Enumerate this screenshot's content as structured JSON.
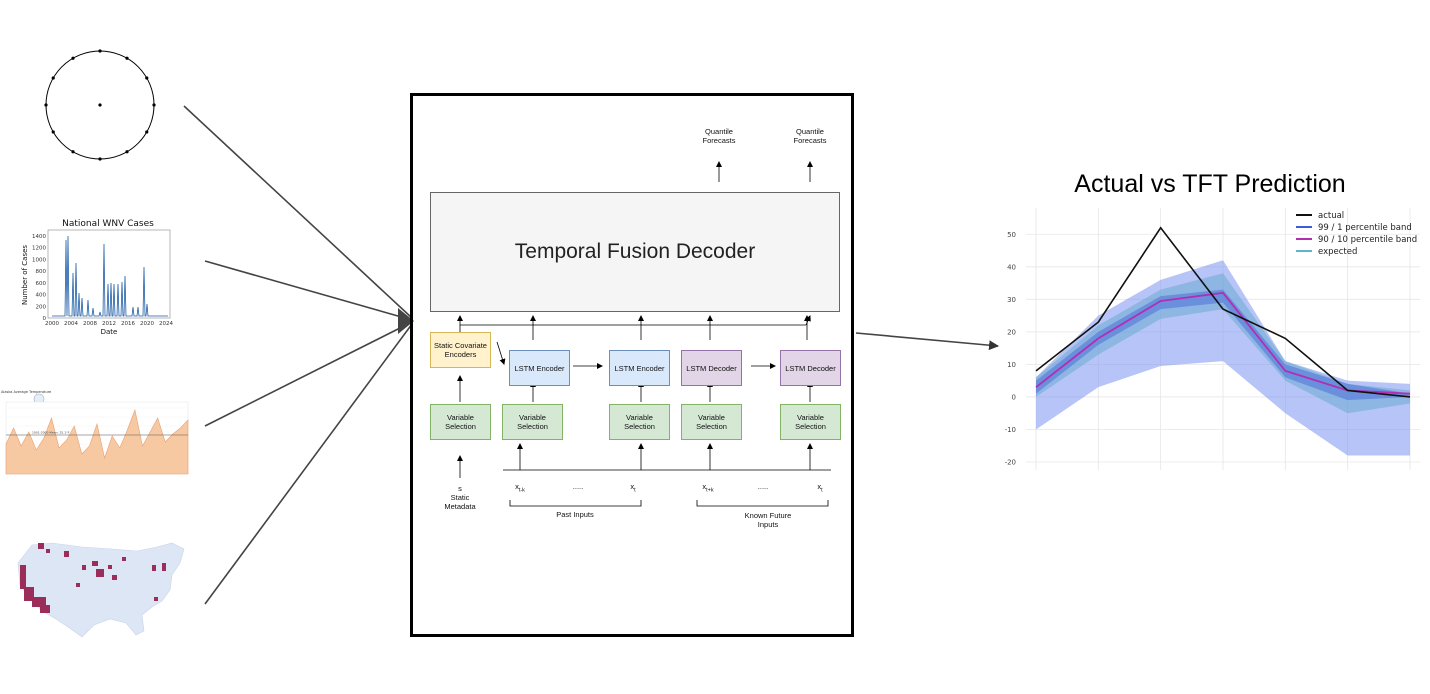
{
  "thumbnails": {
    "circle": {
      "icon": "cyclical-encoding-circle-icon"
    },
    "wnv_chart": {
      "title": "National WNV Cases",
      "xlabel": "Date",
      "ylabel": "Number of Cases",
      "xticks": [
        "2000",
        "2004",
        "2008",
        "2012",
        "2016",
        "2020",
        "2024"
      ],
      "yticks": [
        "0",
        "200",
        "400",
        "600",
        "800",
        "1000",
        "1200",
        "1400"
      ],
      "line_color": "#1f5fa8"
    },
    "temperature_chart": {
      "title": "Alaska Average Temperature",
      "reference_label": "1901-2000 Mean: 25.1°F",
      "fill_color": "#f7c9a3"
    },
    "map": {
      "icon": "us-county-map-icon",
      "highlight_color": "#9b2d5a",
      "base_color": "#dde6f5"
    }
  },
  "architecture": {
    "decoder_label": "Temporal Fusion Decoder",
    "quantile_forecasts": [
      "Quantile\nForecasts",
      "Quantile\nForecasts"
    ],
    "static_encoder_label": "Static Covariate\nEncoders",
    "lstm_encoder_label": "LSTM Encoder",
    "lstm_decoder_label": "LSTM Decoder",
    "variable_selection_label": "Variable Selection",
    "static_symbol": "s",
    "static_metadata_label": "Static\nMetadata",
    "past_inputs_label": "Past Inputs",
    "known_future_label": "Known Future\nInputs",
    "ellipsis": ".....",
    "x_symbol": "x",
    "sub_t_minus_k": "t-k",
    "sub_t": "t",
    "sub_t_plus_k": "t+k"
  },
  "prediction_chart": {
    "title": "Actual vs TFT Prediction",
    "legend": [
      {
        "label": "actual",
        "color": "#111111"
      },
      {
        "label": "99 / 1 percentile band",
        "color": "#3b5bdb"
      },
      {
        "label": "90 / 10 percentile band",
        "color": "#b12fb0"
      },
      {
        "label": "expected",
        "color": "#5fb6c6"
      }
    ]
  },
  "chart_data": {
    "type": "line",
    "title": "Actual vs TFT Prediction",
    "xlabel": "",
    "ylabel": "",
    "x": [
      0,
      1,
      2,
      3,
      4,
      5,
      6
    ],
    "ylim": [
      -20,
      55
    ],
    "yticks": [
      -20,
      -10,
      0,
      10,
      20,
      30,
      40,
      50
    ],
    "grid": true,
    "legend_position": "top-right",
    "series": [
      {
        "name": "actual",
        "values": [
          8,
          23,
          52,
          27,
          18,
          2,
          0
        ]
      },
      {
        "name": "expected",
        "values": [
          3,
          18,
          29.5,
          32,
          8,
          2,
          1
        ]
      },
      {
        "name": "90 / 10 percentile band",
        "lower": [
          1,
          16,
          27,
          29,
          6,
          -1,
          0
        ],
        "upper": [
          5,
          20,
          31,
          33,
          10,
          4,
          1
        ]
      },
      {
        "name": "99 / 1 percentile band",
        "lower": [
          -10,
          3,
          9.5,
          11,
          -5,
          -18,
          -18
        ],
        "upper": [
          6,
          25,
          36,
          42,
          11,
          5,
          4
        ]
      }
    ],
    "inner_band": {
      "lower": [
        0,
        13,
        24,
        27,
        5,
        -5,
        -2
      ],
      "upper": [
        6,
        22,
        33,
        38,
        11,
        4,
        2
      ]
    }
  }
}
